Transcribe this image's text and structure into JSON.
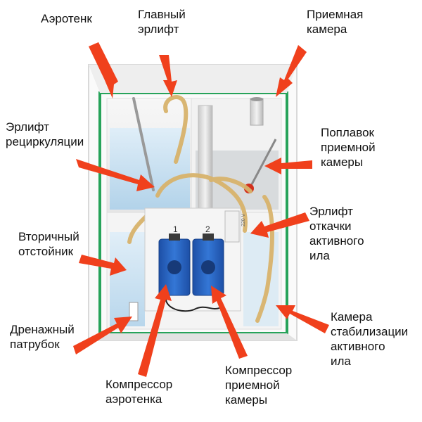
{
  "labels": {
    "aerotank": "Аэротенк",
    "main_airlift": "Главный\nэрлифт",
    "receiving_chamber": "Приемная\nкамера",
    "recirculation_airlift": "Эрлифт\nрециркуляции",
    "float_receiving": "Поплавок\nприемной\nкамеры",
    "secondary_settler": "Вторичный\nотстойник",
    "sludge_pump_airlift": "Эрлифт\nоткачки\nактивного\nила",
    "drain_pipe": "Дренажный\nпатрубок",
    "stabilization_chamber": "Камера\nстабилизации\nактивного\nила",
    "aerotank_compressor": "Компрессор\nаэротенка",
    "receiving_compressor": "Компрессор\nприемной\nкамеры"
  },
  "device": {
    "compressor_1_number": "1",
    "compressor_2_number": "2",
    "socket_voltage": "220 V"
  },
  "colors": {
    "arrow": "#f0401c",
    "frame": "#27a35a",
    "water": "#bcdcf2",
    "hose": "#d8b36c",
    "compressor": "#2a65c4"
  }
}
